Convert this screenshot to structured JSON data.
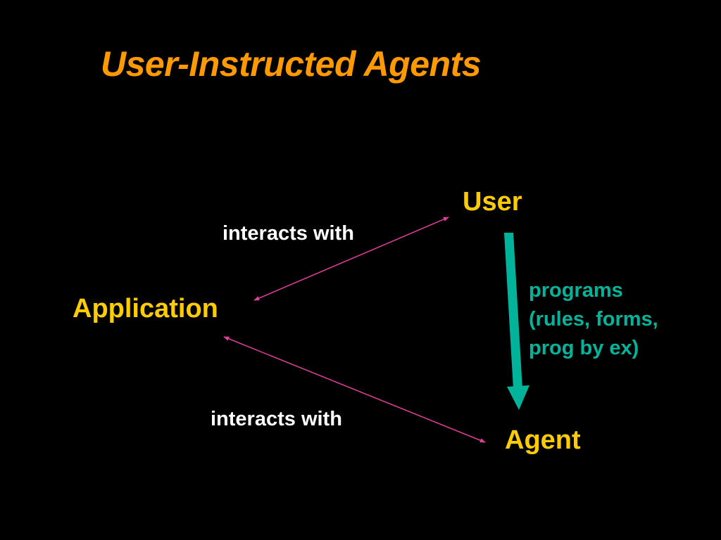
{
  "slide": {
    "title": "User-Instructed Agents"
  },
  "nodes": {
    "user": "User",
    "application": "Application",
    "agent": "Agent"
  },
  "edges": {
    "user_application_label": "interacts with",
    "application_agent_label": "interacts with",
    "user_agent_label_lines": [
      "programs",
      "(rules, forms,",
      "prog by ex)"
    ]
  },
  "colors": {
    "background": "#000000",
    "title": "#FF9900",
    "node": "#FFCC00",
    "edge_label": "#FFFFFF",
    "program_arrow": "#00B39A",
    "program_label": "#00B39A",
    "interaction_arrow": "#E0409A"
  }
}
